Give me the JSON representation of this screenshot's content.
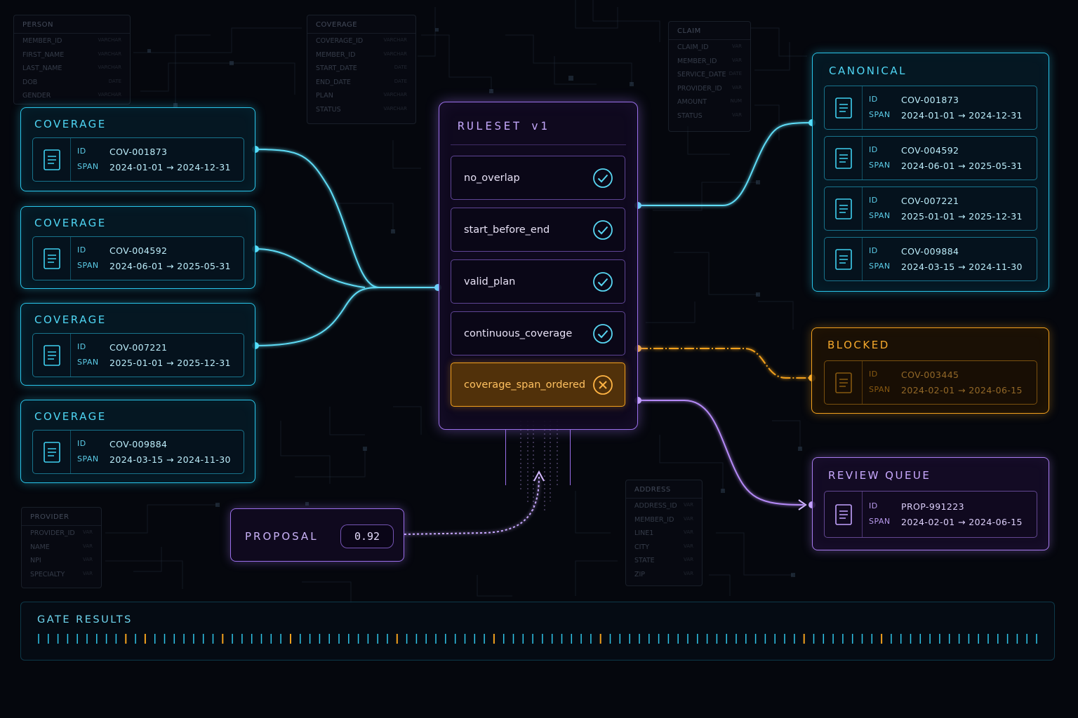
{
  "background_tables": [
    {
      "title": "PERSON",
      "rows": [
        "MEMBER_ID",
        "FIRST_NAME",
        "LAST_NAME",
        "DOB",
        "GENDER"
      ],
      "types": [
        "VARCHAR",
        "VARCHAR",
        "VARCHAR",
        "DATE",
        "VARCHAR"
      ]
    },
    {
      "title": "COVERAGE",
      "rows": [
        "COVERAGE_ID",
        "MEMBER_ID",
        "START_DATE",
        "END_DATE",
        "PLAN",
        "STATUS"
      ],
      "types": [
        "VARCHAR",
        "VARCHAR",
        "DATE",
        "DATE",
        "VARCHAR",
        "VARCHAR"
      ]
    },
    {
      "title": "CLAIM",
      "rows": [
        "CLAIM_ID",
        "MEMBER_ID",
        "SERVICE_DATE",
        "PROVIDER_ID",
        "AMOUNT",
        "STATUS"
      ],
      "types": [
        "VAR",
        "VAR",
        "DATE",
        "VAR",
        "NUM",
        "VAR"
      ]
    },
    {
      "title": "PROVIDER",
      "rows": [
        "PROVIDER_ID",
        "NAME",
        "NPI",
        "SPECIALTY"
      ],
      "types": [
        "VAR",
        "VAR",
        "VAR",
        "VAR"
      ]
    },
    {
      "title": "ADDRESS",
      "rows": [
        "ADDRESS_ID",
        "MEMBER_ID",
        "LINE1",
        "CITY",
        "STATE",
        "ZIP"
      ],
      "types": [
        "VAR",
        "VAR",
        "VAR",
        "VAR",
        "VAR",
        "VAR"
      ]
    }
  ],
  "inputs": [
    {
      "title": "COVERAGE",
      "id_label": "ID",
      "span_label": "SPAN",
      "id": "COV-001873",
      "span": "2024-01-01 → 2024-12-31"
    },
    {
      "title": "COVERAGE",
      "id_label": "ID",
      "span_label": "SPAN",
      "id": "COV-004592",
      "span": "2024-06-01 → 2025-05-31"
    },
    {
      "title": "COVERAGE",
      "id_label": "ID",
      "span_label": "SPAN",
      "id": "COV-007221",
      "span": "2025-01-01 → 2025-12-31"
    },
    {
      "title": "COVERAGE",
      "id_label": "ID",
      "span_label": "SPAN",
      "id": "COV-009884",
      "span": "2024-03-15 → 2024-11-30"
    }
  ],
  "ruleset": {
    "title": "RULESET v1",
    "rules": [
      {
        "label": "no_overlap",
        "status": "pass",
        "icon": "check-circle-icon"
      },
      {
        "label": "start_before_end",
        "status": "pass",
        "icon": "check-circle-icon"
      },
      {
        "label": "valid_plan",
        "status": "pass",
        "icon": "check-circle-icon"
      },
      {
        "label": "continuous_coverage",
        "status": "pass",
        "icon": "check-circle-icon"
      },
      {
        "label": "coverage_span_ordered",
        "status": "fail",
        "icon": "x-circle-icon"
      }
    ]
  },
  "proposal": {
    "label": "PROPOSAL",
    "score": "0.92"
  },
  "canonical": {
    "title": "CANONICAL",
    "records": [
      {
        "id_label": "ID",
        "span_label": "SPAN",
        "id": "COV-001873",
        "span": "2024-01-01 → 2024-12-31"
      },
      {
        "id_label": "ID",
        "span_label": "SPAN",
        "id": "COV-004592",
        "span": "2024-06-01 → 2025-05-31"
      },
      {
        "id_label": "ID",
        "span_label": "SPAN",
        "id": "COV-007221",
        "span": "2025-01-01 → 2025-12-31"
      },
      {
        "id_label": "ID",
        "span_label": "SPAN",
        "id": "COV-009884",
        "span": "2024-03-15 → 2024-11-30"
      }
    ]
  },
  "blocked": {
    "title": "BLOCKED",
    "id_label": "ID",
    "span_label": "SPAN",
    "id": "COV-003445",
    "span": "2024-02-01 → 2024-06-15"
  },
  "review_queue": {
    "title": "REVIEW QUEUE",
    "id_label": "ID",
    "span_label": "SPAN",
    "id": "PROP-991223",
    "span": "2024-02-01 → 2024-06-15"
  },
  "gate_results": {
    "title": "GATE RESULTS",
    "results": [
      "pass",
      "pass",
      "pass",
      "pass",
      "pass",
      "pass",
      "pass",
      "pass",
      "pass",
      "fail",
      "pass",
      "fail",
      "pass",
      "pass",
      "pass",
      "pass",
      "pass",
      "pass",
      "pass",
      "fail",
      "pass",
      "pass",
      "pass",
      "pass",
      "pass",
      "pass",
      "fail",
      "pass",
      "pass",
      "pass",
      "pass",
      "pass",
      "pass",
      "pass",
      "pass",
      "pass",
      "pass",
      "fail",
      "pass",
      "pass",
      "pass",
      "pass",
      "pass",
      "pass",
      "pass",
      "pass",
      "pass",
      "fail",
      "pass",
      "pass",
      "pass",
      "pass",
      "pass",
      "pass",
      "pass",
      "pass",
      "pass",
      "pass",
      "fail",
      "pass",
      "pass",
      "pass",
      "pass",
      "pass",
      "pass",
      "pass",
      "pass",
      "pass",
      "pass",
      "pass",
      "pass",
      "pass",
      "pass",
      "pass",
      "pass",
      "pass",
      "pass",
      "pass",
      "pass",
      "fail",
      "pass",
      "pass",
      "pass",
      "pass",
      "pass",
      "pass",
      "pass",
      "fail",
      "pass",
      "pass",
      "pass",
      "pass",
      "pass",
      "pass",
      "pass",
      "pass",
      "pass",
      "pass",
      "pass",
      "pass",
      "pass",
      "pass",
      "pass",
      "pass"
    ],
    "colors": {
      "pass": "#2fc6ea",
      "fail": "#f3a11d"
    }
  },
  "colors": {
    "cyan": "#29c5ea",
    "orange": "#f3a11d",
    "purple": "#a77bf0",
    "background": "#05070d"
  }
}
